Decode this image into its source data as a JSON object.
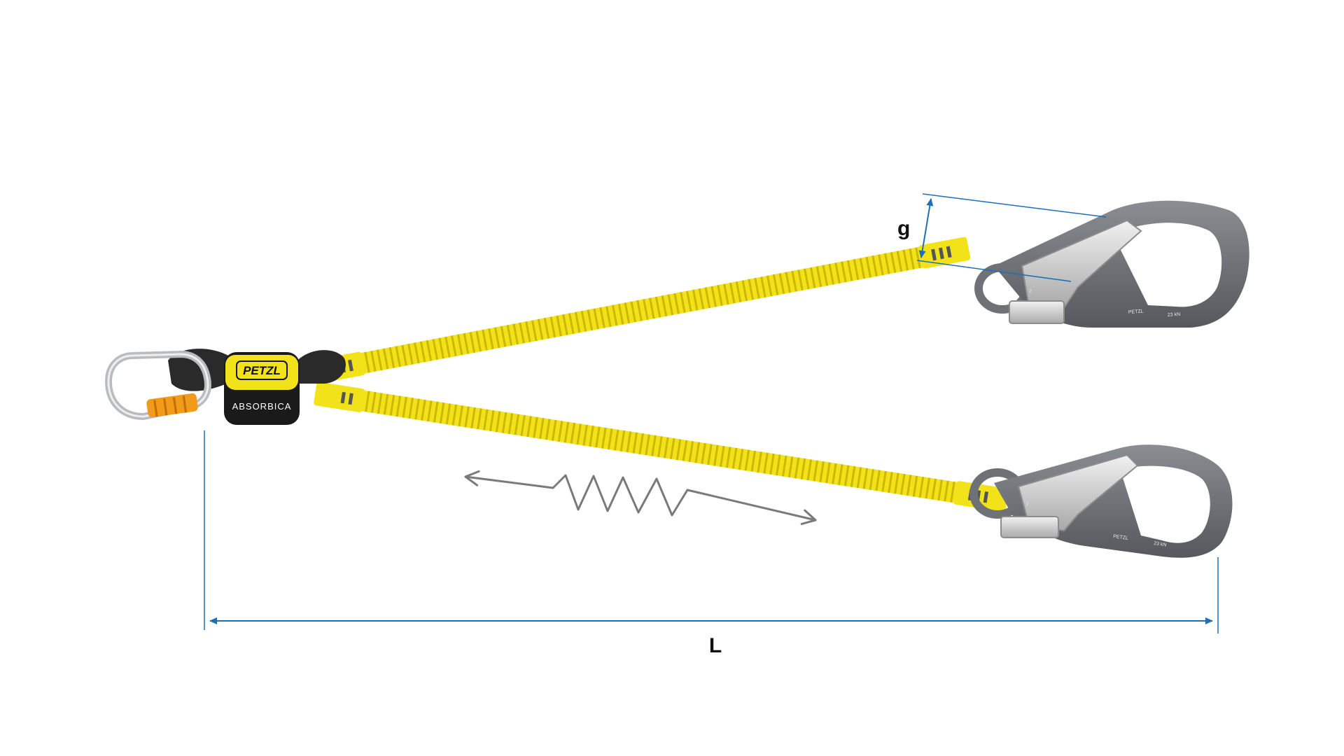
{
  "product": {
    "brand": "PETZL",
    "model": "ABSORBICA"
  },
  "hooks": {
    "brand": "PETZL",
    "rating": "23 kN",
    "gate_mark": "2"
  },
  "dimensions": {
    "gate_opening_label": "g",
    "length_label": "L"
  },
  "colors": {
    "webbing_yellow": "#f2e21a",
    "webbing_shadow": "#c9b400",
    "hook_grey": "#6e7175",
    "gate_silver": "#d8d8d8",
    "dimension_blue": "#1e6fb8",
    "spring_arrow_grey": "#7a7a7a",
    "absorber_black": "#1a1a1a",
    "locking_sleeve_orange": "#f29a1a"
  },
  "icons": {
    "elastic_indicator": "zigzag-spring-arrow-icon",
    "dimension_arrow": "double-headed-arrow-icon"
  }
}
